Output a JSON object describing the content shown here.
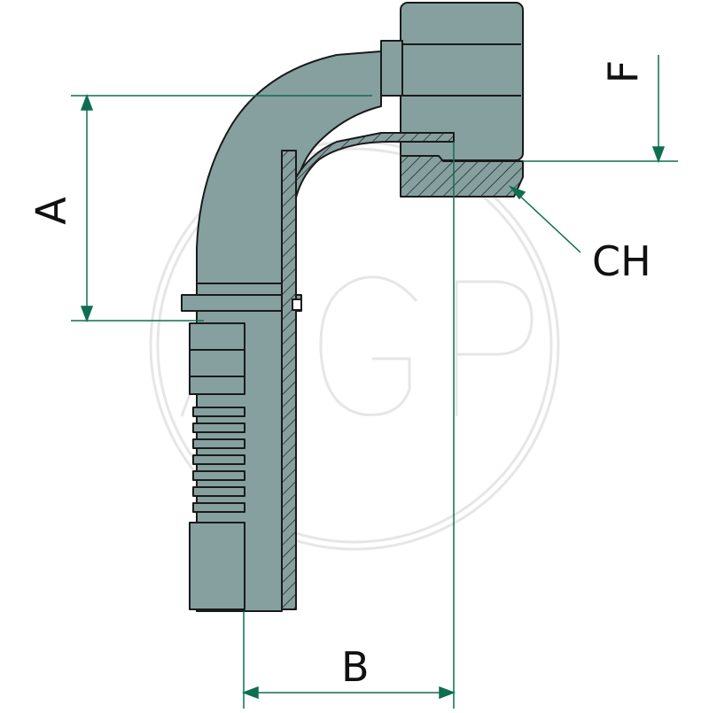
{
  "watermark": {
    "text": "AGP"
  },
  "dimensions": {
    "a": "A",
    "b": "B",
    "f": "F",
    "ch": "CH"
  },
  "colors": {
    "body_fill": "#86a0a0",
    "outline": "#1a1a1a",
    "dimension_line": "#0e6e52",
    "watermark": "#e6e6e6"
  }
}
